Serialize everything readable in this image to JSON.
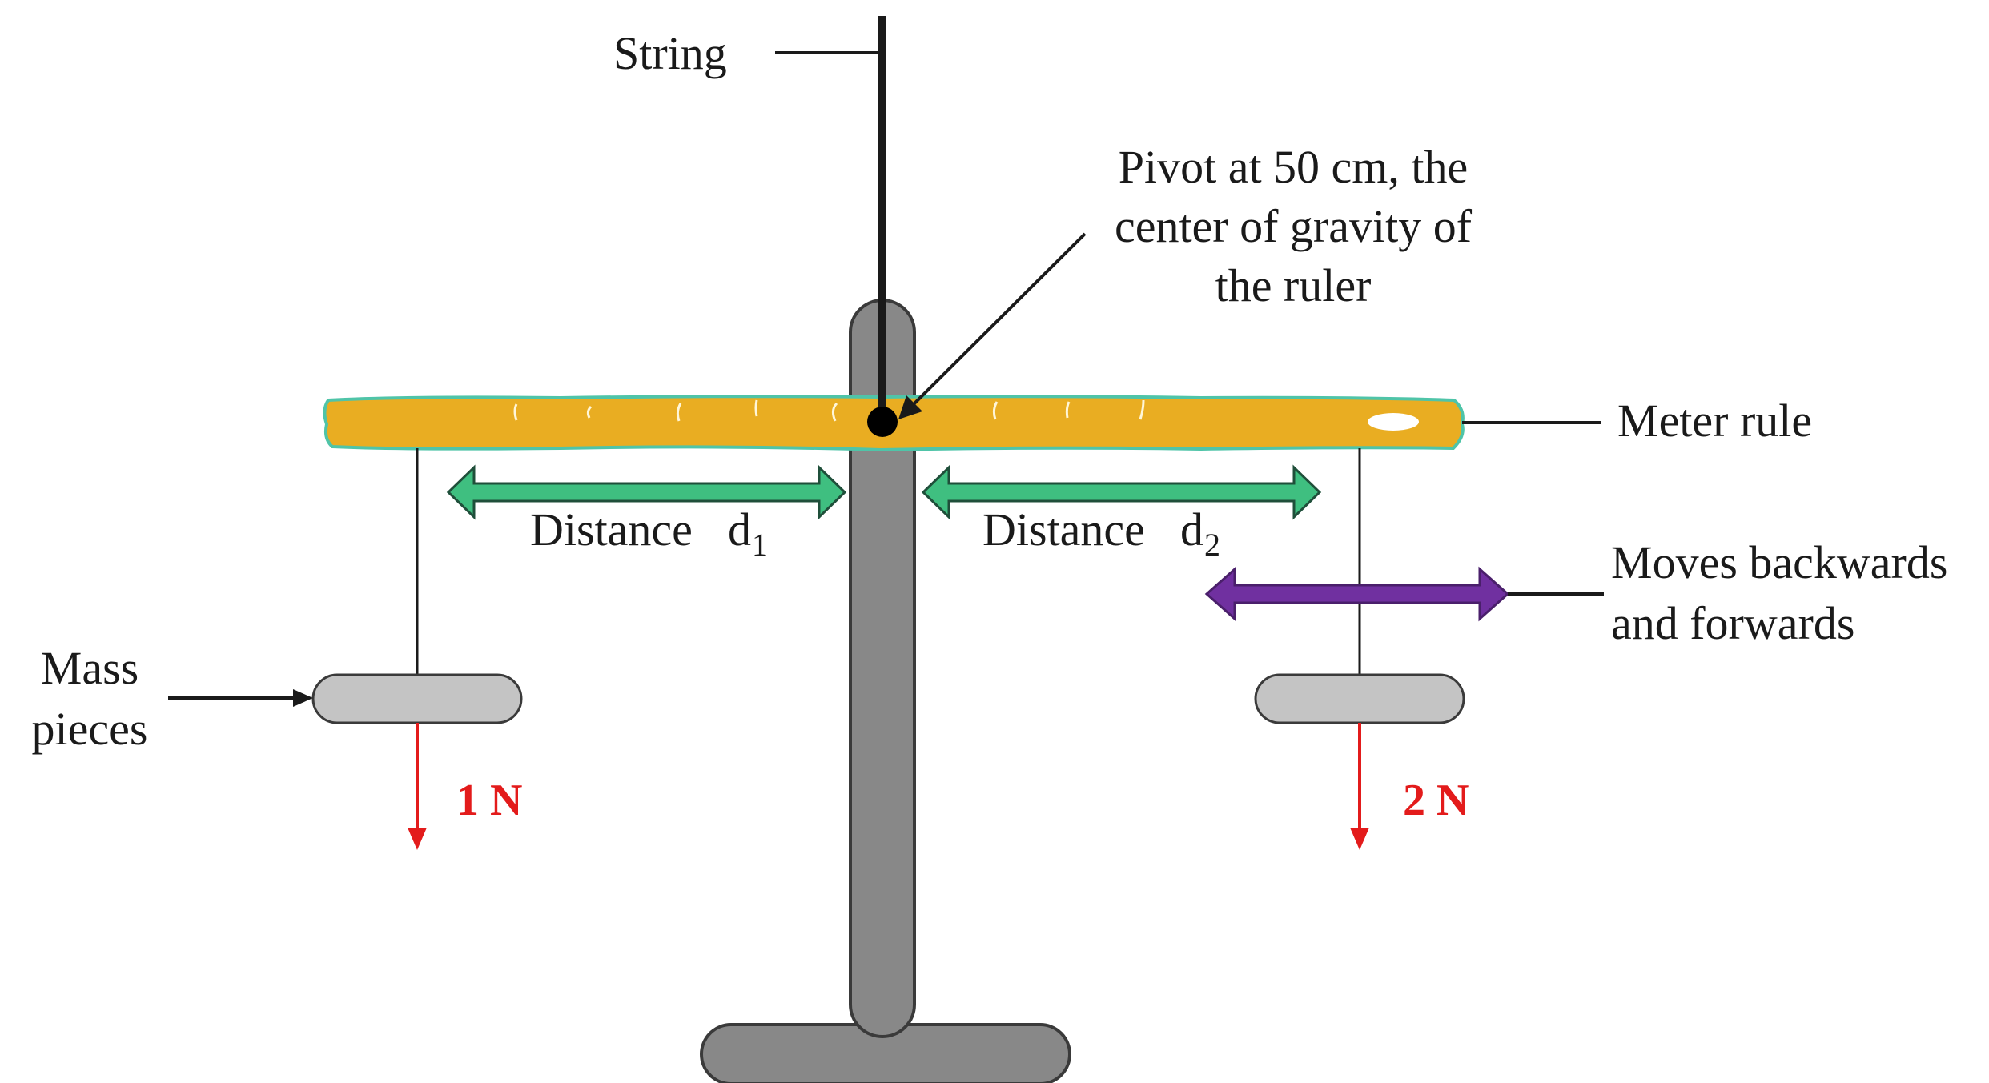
{
  "labels": {
    "string": "String",
    "pivot_line1": "Pivot at 50 cm, the",
    "pivot_line2": "center of gravity of",
    "pivot_line3": "the ruler",
    "meter_rule": "Meter rule",
    "distance_word_1": "Distance",
    "distance_sym_1": "d",
    "distance_sub_1": "1",
    "distance_word_2": "Distance",
    "distance_sym_2": "d",
    "distance_sub_2": "2",
    "moves_line1": "Moves backwards",
    "moves_line2": "and forwards",
    "mass_line1": "Mass",
    "mass_line2": "pieces",
    "force_left": "1 N",
    "force_right": "2 N"
  },
  "colors": {
    "ruler_fill": "#e9ad22",
    "ruler_edge": "#4fc4a8",
    "stand": "#888888",
    "stand_edge": "#3a3a3a",
    "mass_fill": "#c4c4c4",
    "distance_arrow": "#3fbf80",
    "movement_arrow": "#7030a0",
    "force_arrow": "#e31b1b",
    "line": "#1a1a1a"
  }
}
